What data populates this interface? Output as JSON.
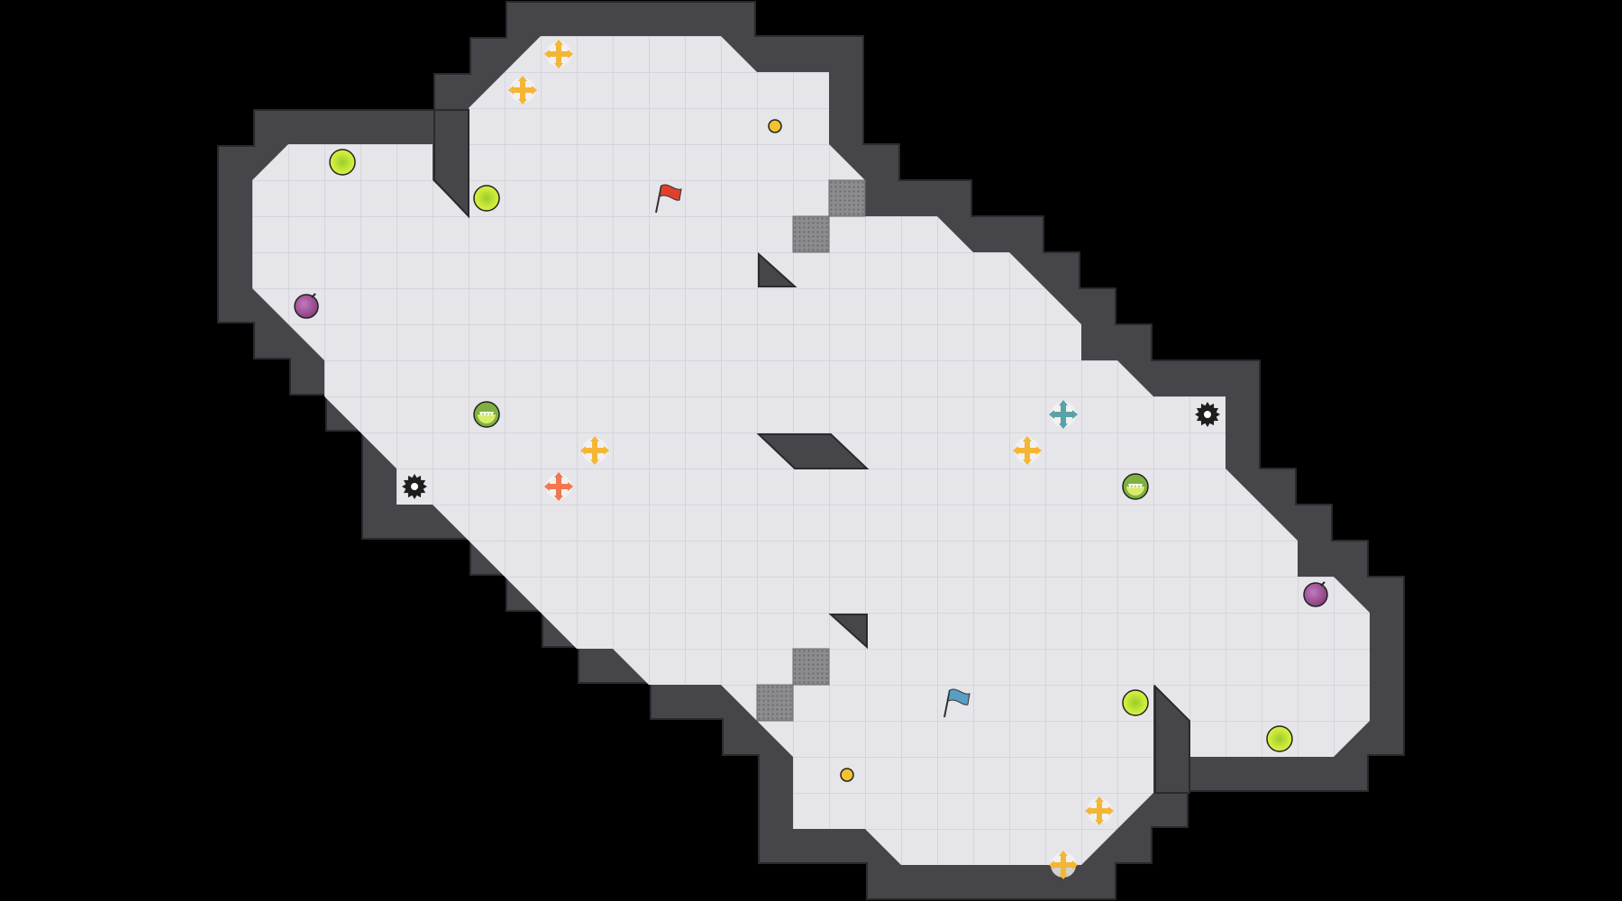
{
  "game": {
    "map_name": "",
    "grid": {
      "origin_x": 0,
      "origin_y": 0
    },
    "colors": {
      "background": "#000000",
      "wall": "#45454a",
      "wall_edge": "#2a2a2e",
      "floor": "#e6e6ea",
      "floor_line": "#cfcfd6",
      "spike": "#1e1e1e",
      "boost_yellow": "#f3b636",
      "boost_red": "#f2764e",
      "boost_blue": "#5aa2a8",
      "powerup": "#b9e03a",
      "bomb": "#9a5aa0",
      "portal": "#80b040",
      "gate": "#8a8a8e",
      "red_flag": "#e0402e",
      "blue_flag": "#5a9ec6",
      "pickup": "#f2c230"
    },
    "entities": [
      {
        "type": "boost",
        "variant": "yellow",
        "name": "team-boost-icon"
      },
      {
        "type": "boost",
        "variant": "yellow",
        "name": "team-boost-icon"
      },
      {
        "type": "boost",
        "variant": "yellow",
        "name": "team-boost-icon"
      },
      {
        "type": "boost",
        "variant": "yellow",
        "name": "team-boost-icon"
      },
      {
        "type": "boost",
        "variant": "yellow",
        "name": "team-boost-icon"
      },
      {
        "type": "boost",
        "variant": "yellow",
        "name": "team-boost-icon"
      },
      {
        "type": "boost",
        "variant": "red",
        "name": "red-boost-icon"
      },
      {
        "type": "boost",
        "variant": "blue",
        "name": "blue-boost-icon"
      },
      {
        "type": "powerup",
        "name": "powerup-icon"
      },
      {
        "type": "powerup",
        "name": "powerup-icon"
      },
      {
        "type": "powerup",
        "name": "powerup-icon"
      },
      {
        "type": "powerup",
        "name": "powerup-icon"
      },
      {
        "type": "bomb",
        "name": "bomb-icon"
      },
      {
        "type": "bomb",
        "name": "bomb-icon"
      },
      {
        "type": "portal",
        "name": "portal-icon"
      },
      {
        "type": "portal",
        "name": "portal-icon"
      },
      {
        "type": "spike",
        "name": "spike-icon"
      },
      {
        "type": "spike",
        "name": "spike-icon"
      },
      {
        "type": "flag",
        "variant": "red",
        "name": "red-flag-icon"
      },
      {
        "type": "flag",
        "variant": "blue",
        "name": "blue-flag-icon"
      },
      {
        "type": "pickup",
        "name": "pickup-icon"
      },
      {
        "type": "pickup",
        "name": "pickup-icon"
      },
      {
        "type": "gate",
        "name": "gate-tile"
      },
      {
        "type": "gate",
        "name": "gate-tile"
      },
      {
        "type": "gate",
        "name": "gate-tile"
      },
      {
        "type": "gate",
        "name": "gate-tile"
      }
    ]
  }
}
